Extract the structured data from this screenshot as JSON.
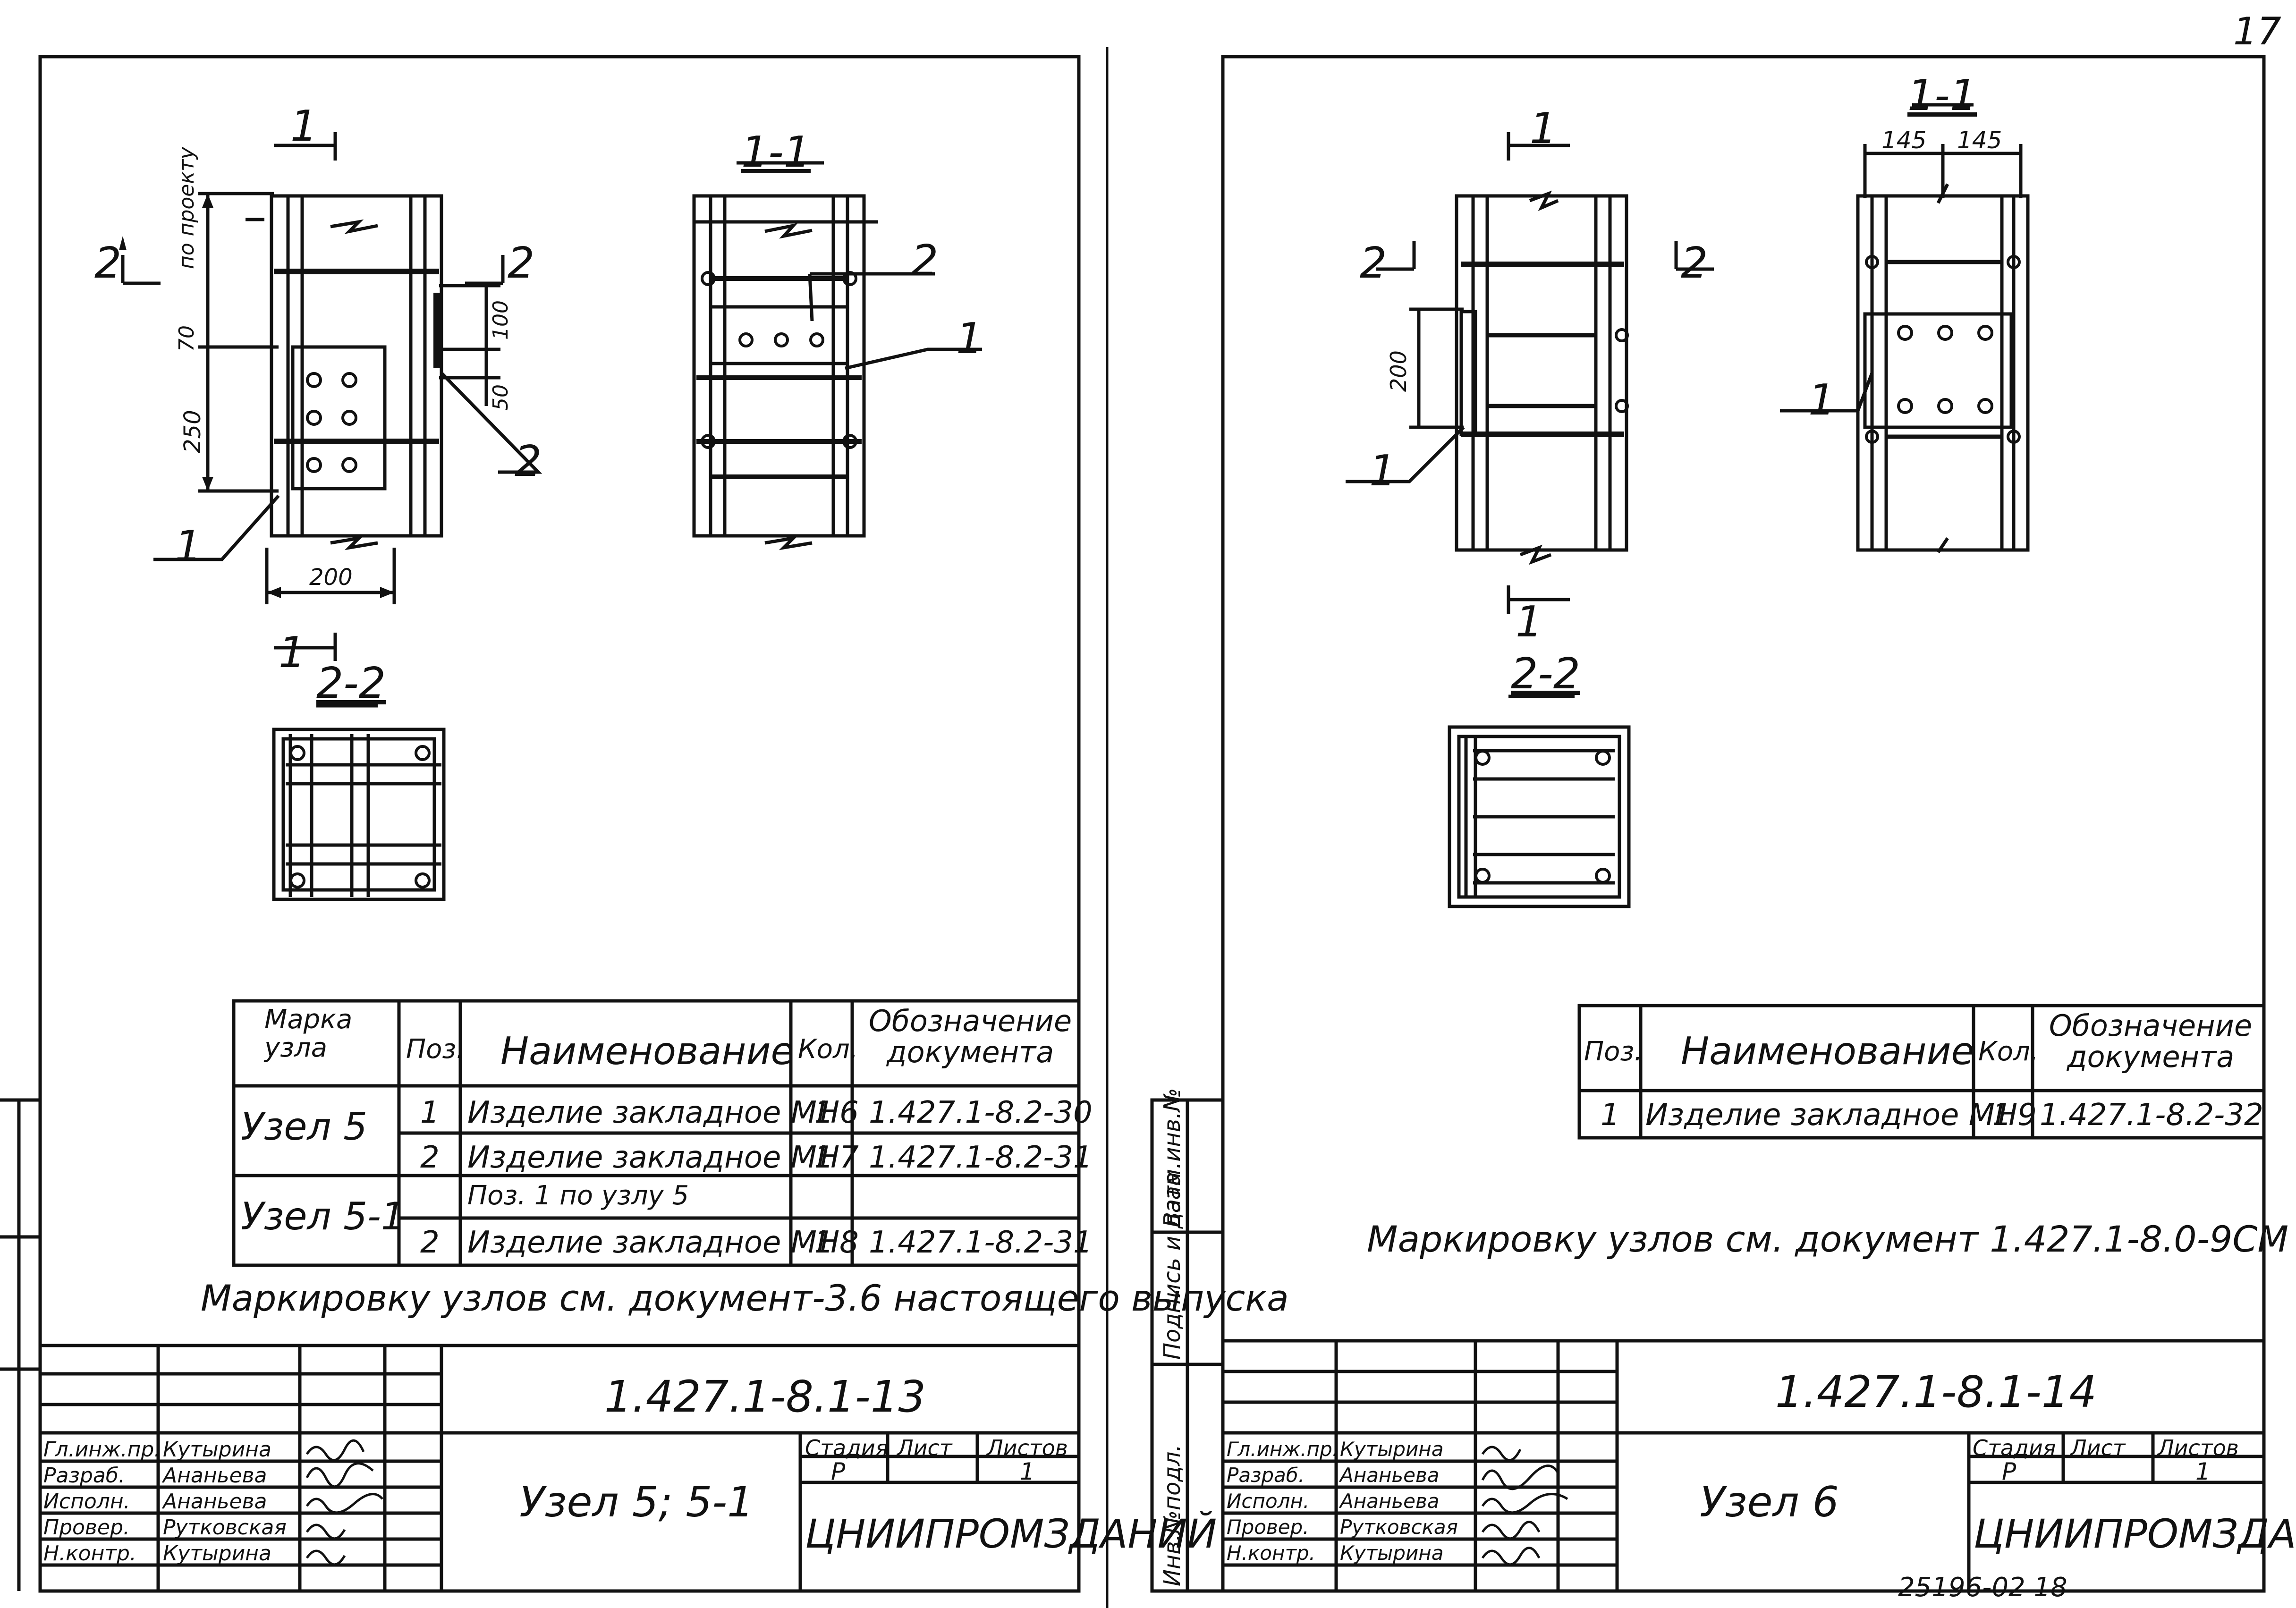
{
  "page_number": "17",
  "bottom_stamp": "25196-02  18",
  "left_sheet": {
    "section_1_1_title": "1-1",
    "section_2_2_title": "2-2",
    "cut_1_top": "1",
    "cut_1_bottom": "1",
    "cut_2_left": "2",
    "cut_2_right": "2",
    "dim_po_proektu": "по проекту",
    "dim_70": "70",
    "dim_250": "250",
    "dim_100": "100",
    "dim_50": "50",
    "dim_200": "200",
    "callout_1_plan": "1",
    "callout_2_plan": "2",
    "callout_1_section": "1",
    "callout_2_section": "2",
    "spec_header": {
      "marka": "Марка узла",
      "poz": "Поз.",
      "name": "Наименование",
      "kol": "Кол.",
      "oboz": "Обозначение документа"
    },
    "spec_rows": [
      {
        "marka": "Узел 5",
        "poz": "1",
        "name": "Изделие закладное МН6",
        "kol": "1",
        "oboz": "1.427.1-8.2-30"
      },
      {
        "marka": "",
        "poz": "2",
        "name": "Изделие закладное МН7",
        "kol": "1",
        "oboz": "1.427.1-8.2-31"
      },
      {
        "marka": "Узел 5-1",
        "poz": "",
        "name": "Поз. 1 по узлу 5",
        "kol": "",
        "oboz": ""
      },
      {
        "marka": "",
        "poz": "2",
        "name": "Изделие закладное МН8",
        "kol": "1",
        "oboz": "1.427.1-8.2-31"
      }
    ],
    "note": "Маркировку узлов см. документ-3.6 настоящего выпуска",
    "stamp": {
      "code": "1.427.1-8.1-13",
      "title": "Узел 5; 5-1",
      "org": "ЦНИИПРОМЗДАНИЙ",
      "stadia_label": "Стадия",
      "list_label": "Лист",
      "listov_label": "Листов",
      "stadia": "Р",
      "list": "",
      "listov": "1",
      "roles": [
        "Гл.инж.пр.",
        "Разраб.",
        "Исполн.",
        "Провер.",
        "Н.контр."
      ],
      "names": [
        "Кутырина",
        "Ананьева",
        "Ананьева",
        "Рутковская",
        "Кутырина"
      ]
    }
  },
  "right_sheet": {
    "section_1_1_title": "1-1",
    "section_2_2_title": "2-2",
    "cut_1_top": "1",
    "cut_1_bottom": "1",
    "cut_2_left": "2",
    "cut_2_right": "2",
    "dim_145a": "145",
    "dim_145b": "145",
    "dim_200": "200",
    "callout_1_plan": "1",
    "callout_1_section": "1",
    "spec_header": {
      "poz": "Поз.",
      "name": "Наименование",
      "kol": "Кол.",
      "oboz": "Обозначение документа"
    },
    "spec_rows": [
      {
        "poz": "1",
        "name": "Изделие закладное МН9",
        "kol": "1",
        "oboz": "1.427.1-8.2-32"
      }
    ],
    "note": "Маркировку узлов см. документ 1.427.1-8.0-9СМ",
    "side_labels": [
      "Инв.№подл.",
      "Подпись и дата",
      "Взам.инв.№"
    ],
    "stamp": {
      "code": "1.427.1-8.1-14",
      "title": "Узел 6",
      "org": "ЦНИИПРОМЗДАНИЙ",
      "stadia_label": "Стадия",
      "list_label": "Лист",
      "listov_label": "Листов",
      "stadia": "Р",
      "list": "",
      "listov": "1",
      "roles": [
        "Гл.инж.пр.",
        "Разраб.",
        "Исполн.",
        "Провер.",
        "Н.контр."
      ],
      "names": [
        "Кутырина",
        "Ананьева",
        "Ананьева",
        "Рутковская",
        "Кутырина"
      ]
    }
  }
}
